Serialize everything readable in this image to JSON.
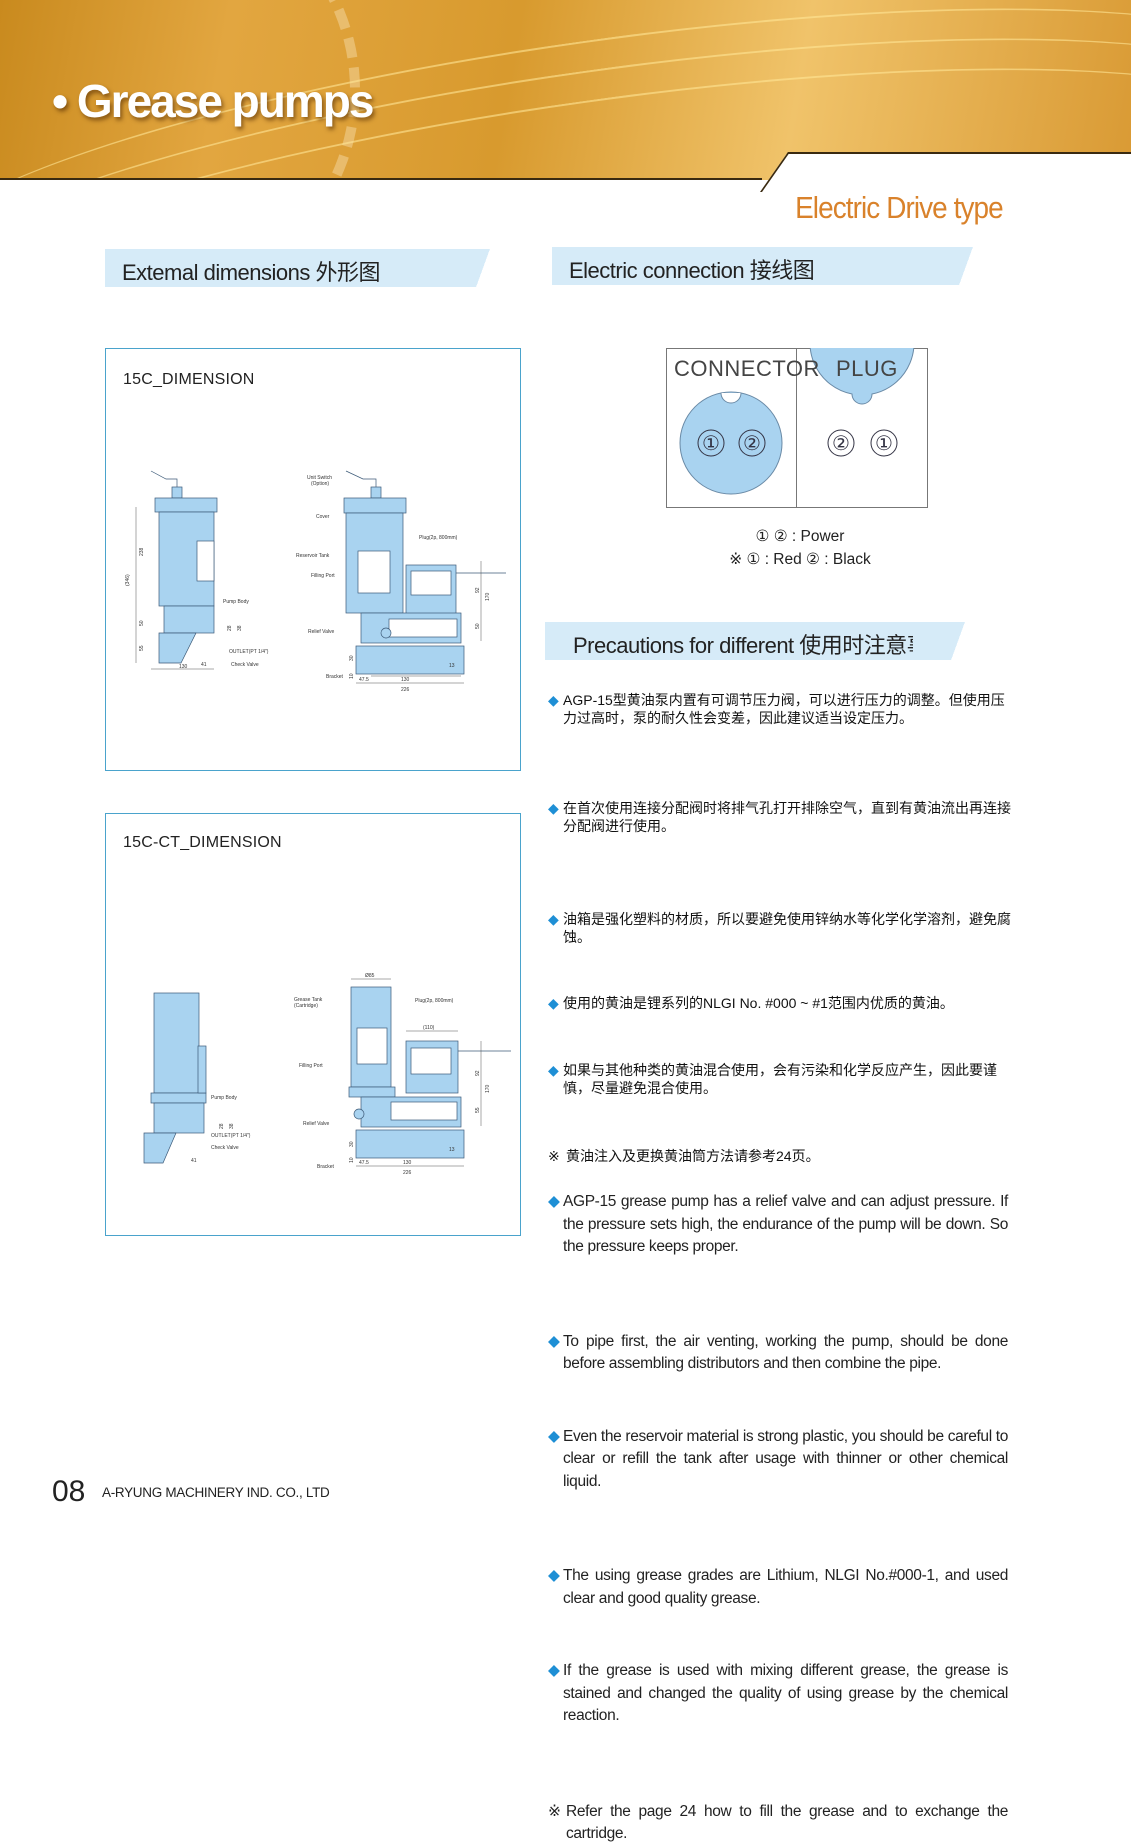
{
  "header": {
    "title": "• Grease pumps",
    "subtitle": "Electric Drive type"
  },
  "sections": {
    "dimensions": "Extemal dimensions 外形图",
    "connection": "Electric connection 接线图",
    "precautions": "Precautions for different  使用时注意事项"
  },
  "drawings": [
    {
      "label": "15C_DIMENSION",
      "callouts": [
        "Unit Switch",
        "(Option)",
        "Cover",
        "Reservoir Tank",
        "Filling Port",
        "Relief Valve",
        "Bracket",
        "Pump Body",
        "OUTLET(PT 1/4\")",
        "Check Valve",
        "Plug(2p, 800mm)"
      ],
      "dims": [
        "(346)",
        "238",
        "50",
        "55",
        "28",
        "38",
        "41",
        "130",
        "47.5",
        "130",
        "226",
        "13",
        "30",
        "10",
        "170",
        "92",
        "50"
      ]
    },
    {
      "label": "15C-CT_DIMENSION",
      "callouts": [
        "Grease Tank",
        "(Cartridge)",
        "Filling Port",
        "Relief Valve",
        "Bracket",
        "Pump Body",
        "OUTLET(PT 1/4\")",
        "Check Valve",
        "Plug(2p, 800mm)"
      ],
      "dims": [
        "Ø85",
        "(110)",
        "92",
        "55",
        "170",
        "28",
        "38",
        "41",
        "47.5",
        "130",
        "226",
        "13",
        "30",
        "10"
      ]
    }
  ],
  "connection": {
    "connector_label": "CONNECTOR",
    "plug_label": "PLUG",
    "connector_pins": [
      "①",
      "②"
    ],
    "plug_pins": [
      "②",
      "①"
    ],
    "legend1": "① ② : Power",
    "legend2": "※ ① : Red  ② : Black"
  },
  "precautions_zh": [
    "AGP-15型黄油泵内置有可调节压力阀，可以进行压力的调整。但使用压力过高时，泵的耐久性会变差，因此建议适当设定压力。",
    "在首次使用连接分配阀时将排气孔打开排除空气，直到有黄油流出再连接分配阀进行使用。",
    "油箱是强化塑料的材质，所以要避免使用锌纳水等化学化学溶剂，避免腐蚀。",
    "使用的黄油是锂系列的NLGI No. #000 ~ #1范围内优质的黄油。",
    "如果与其他种类的黄油混合使用，会有污染和化学反应产生，因此要谨慎，尽量避免混合使用。"
  ],
  "note_zh": "黄油注入及更换黄油筒方法请参考24页。",
  "precautions_en": [
    "AGP-15 grease pump has a relief valve and can adjust pressure. If the pressure sets high, the endurance of the  pump will be down. So the pressure keeps proper.",
    "To pipe first, the air venting, working the pump, should be done before assembling distributors and then combine the pipe.",
    "Even the reservoir material is strong plastic, you should be careful to clear or refill the tank after usage with thinner or other chemical liquid.",
    "The using grease grades are Lithium, NLGI No.#000-1, and used clear and good quality grease.",
    "If the grease is used with mixing different grease, the grease is stained and changed the quality of using grease by the chemical reaction."
  ],
  "note_en": "Refer the page 24 how to fill the grease and to exchange the cartridge.",
  "markers": {
    "bullet": "◆",
    "note": "※"
  },
  "footer": {
    "page": "08",
    "company": "A-RYUNG MACHINERY IND. CO., LTD"
  },
  "colors": {
    "accent": "#d9822b",
    "section_bg": "#d6ebf8",
    "bullet": "#1e8fd5",
    "pump": "#a9d3f0"
  }
}
